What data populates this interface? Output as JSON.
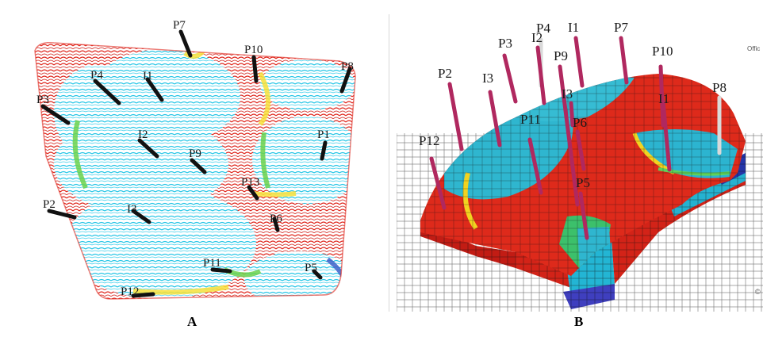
{
  "panels": [
    {
      "caption": "A",
      "wells": [
        "P7",
        "P10",
        "P8",
        "P4",
        "I1",
        "P3",
        "I2",
        "P9",
        "P1",
        "P13",
        "P2",
        "I3",
        "P6",
        "P11",
        "P5",
        "P12"
      ]
    },
    {
      "caption": "B",
      "wells": [
        "P4",
        "I1",
        "P7",
        "P3",
        "I2",
        "P10",
        "P9",
        "P2",
        "I3",
        "P8",
        "I3",
        "P11",
        "P6",
        "P12",
        "P5",
        "I1"
      ],
      "corner_top": "Offic",
      "corner_bottom": "©"
    }
  ],
  "colors": {
    "water": "#27c6e6",
    "oil": "#e0261c",
    "transition": "#f7e13a",
    "front": "#6bd24c",
    "well_dark": "#111111",
    "well_pipe": "#b0285f",
    "well_pipe_light": "#d9d9d9"
  }
}
